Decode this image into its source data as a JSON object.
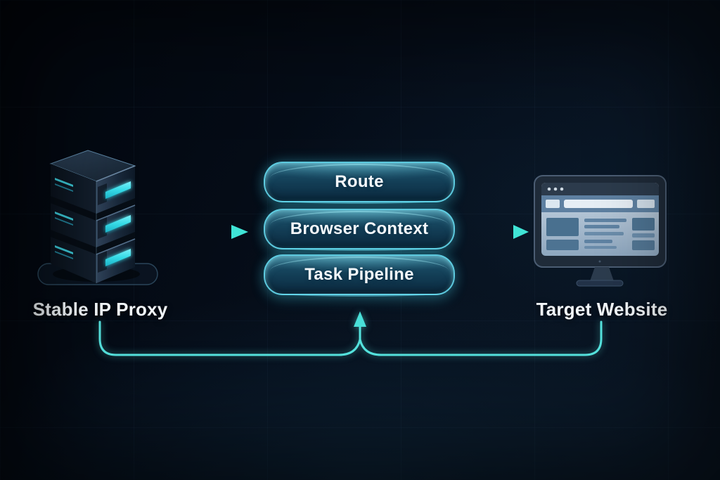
{
  "diagram": {
    "type": "architecture-flow",
    "left_node": {
      "label": "Stable IP Proxy",
      "icon": "server-rack-icon"
    },
    "center_stack": {
      "layers": [
        {
          "label": "Route"
        },
        {
          "label": "Browser Context"
        },
        {
          "label": "Task Pipeline"
        }
      ]
    },
    "right_node": {
      "label": "Target Website",
      "icon": "monitor-browser-icon"
    },
    "connections": [
      {
        "from": "Stable IP Proxy",
        "to": "center stack",
        "style": "arrow-right"
      },
      {
        "from": "center stack",
        "to": "Target Website",
        "style": "arrow-right"
      },
      {
        "from": "Stable IP Proxy + Target Website",
        "to": "center stack",
        "style": "bottom-loop-arrow-up"
      }
    ],
    "colors": {
      "background": "#060e1a",
      "accent_cyan": "#4fe3de",
      "layer_border": "#68deF2",
      "layer_fill_top": "#1f5872",
      "layer_fill_bottom": "#0c2b40",
      "server_led": "#35dce8",
      "monitor_frame": "#1f2b39",
      "browser_titlebar": "#2c3b4c",
      "browser_toolbar": "#5e80a1",
      "browser_content": "#b9cbdb",
      "label_text": "#f3f7fa"
    }
  }
}
